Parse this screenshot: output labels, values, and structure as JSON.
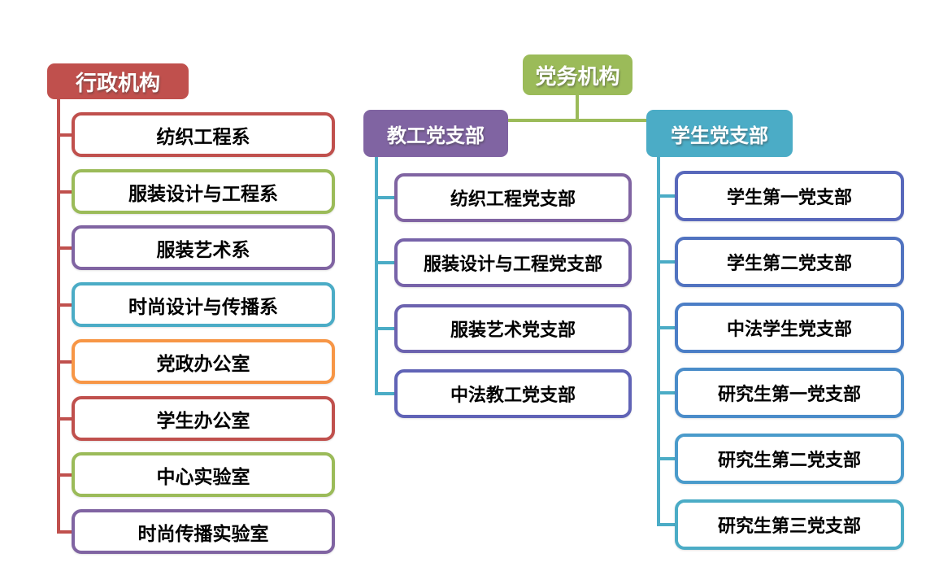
{
  "colors": {
    "red": "#C0504D",
    "green": "#9BBB59",
    "purple": "#8064A2",
    "teal": "#4BACC6",
    "orange": "#F79646",
    "box_fill": "#FFFFFF",
    "box_text": "#000000",
    "header_text": "#FFFFFF"
  },
  "left_tree": {
    "header": {
      "label": "行政机构",
      "fill": "#C0504D"
    },
    "connector_color": "#C0504D",
    "items": [
      {
        "label": "纺织工程系",
        "border_color": "#C0504D"
      },
      {
        "label": "服装设计与工程系",
        "border_color": "#9BBB59"
      },
      {
        "label": "服装艺术系",
        "border_color": "#8064A2"
      },
      {
        "label": "时尚设计与传播系",
        "border_color": "#4BACC6"
      },
      {
        "label": "党政办公室",
        "border_color": "#F79646"
      },
      {
        "label": "学生办公室",
        "border_color": "#C0504D"
      },
      {
        "label": "中心实验室",
        "border_color": "#9BBB59"
      },
      {
        "label": "时尚传播实验室",
        "border_color": "#8064A2"
      }
    ]
  },
  "right_tree": {
    "header": {
      "label": "党务机构",
      "fill": "#9BBB59"
    },
    "connector_color": "#9BBB59",
    "branches": [
      {
        "header": {
          "label": "教工党支部",
          "fill": "#8064A2"
        },
        "connector_color": "#4BACC6",
        "items": [
          {
            "label": "纺织工程党支部",
            "border_color": "#8064A2"
          },
          {
            "label": "服装设计与工程党支部",
            "border_color": "#7763A9"
          },
          {
            "label": "服装艺术党支部",
            "border_color": "#6C63AF"
          },
          {
            "label": "中法教工党支部",
            "border_color": "#6063B6"
          }
        ]
      },
      {
        "header": {
          "label": "学生党支部",
          "fill": "#4BACC6"
        },
        "connector_color": "#4BACC6",
        "items": [
          {
            "label": "学生第一党支部",
            "border_color": "#5868BB"
          },
          {
            "label": "学生第二党支部",
            "border_color": "#5173C0"
          },
          {
            "label": "中法学生党支部",
            "border_color": "#4B7EC6"
          },
          {
            "label": "研究生第一党支部",
            "border_color": "#4A8CC9"
          },
          {
            "label": "研究生第二党支部",
            "border_color": "#4A9BCB"
          },
          {
            "label": "研究生第三党支部",
            "border_color": "#4BACC6"
          }
        ]
      }
    ]
  }
}
